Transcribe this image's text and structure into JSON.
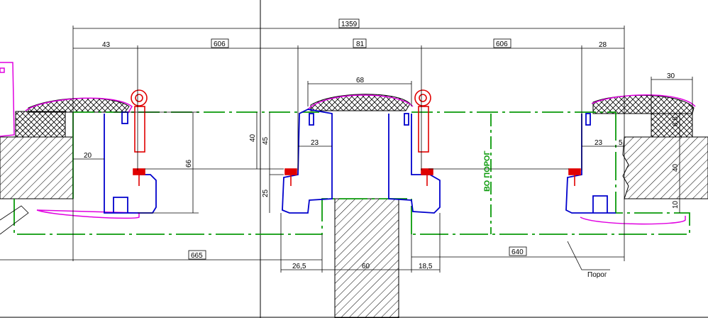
{
  "dimensions": {
    "top_total": "1359",
    "d43": "43",
    "d606_left": "606",
    "d81": "81",
    "d606_right": "606",
    "d28": "28",
    "d68": "68",
    "d30": "30",
    "d20": "20",
    "d23_left": "23",
    "d23_right": "23",
    "d5": "5",
    "d40_left": "40",
    "d45": "45",
    "d25": "25",
    "d66": "66",
    "d6_5": "6,5",
    "d40_right": "40",
    "d10": "10",
    "d665": "665",
    "d640": "640",
    "d26_5": "26,5",
    "d60": "60",
    "d18_5": "18,5"
  },
  "labels": {
    "floor_level": "ВО ПОРОГ",
    "threshold": "Порог"
  },
  "colors": {
    "green": "#0a9a0a",
    "blue": "#0000cc",
    "red": "#e00000",
    "magenta": "#e000e0",
    "black": "#000000"
  }
}
